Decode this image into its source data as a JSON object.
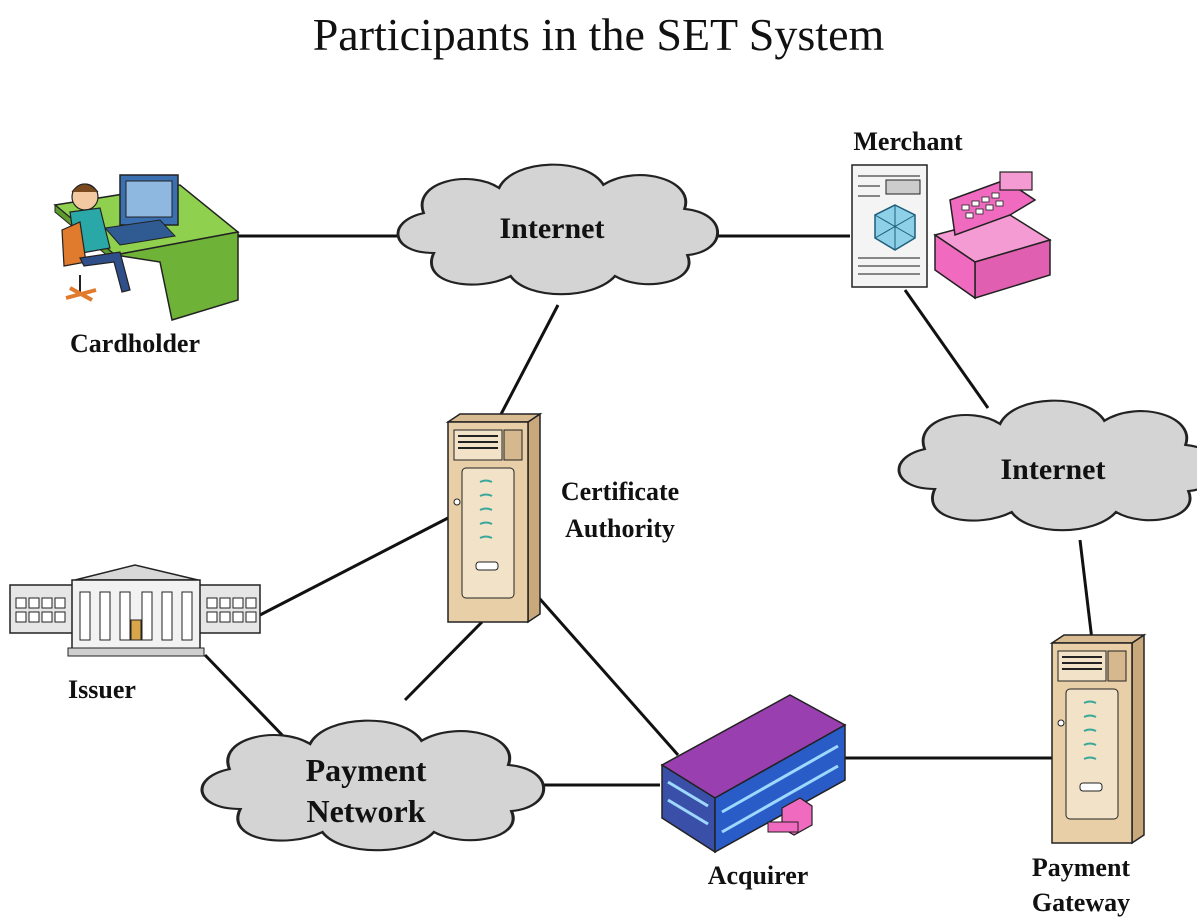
{
  "title": "Participants in the SET System",
  "nodes": {
    "cardholder": {
      "label": "Cardholder",
      "icon": "cardholder-workstation-icon"
    },
    "merchant": {
      "label": "Merchant",
      "icon": "merchant-cash-register-icon"
    },
    "internet_top": {
      "label": "Internet",
      "icon": "cloud-icon"
    },
    "internet_right": {
      "label": "Internet",
      "icon": "cloud-icon"
    },
    "certificate_authority": {
      "label_line1": "Certificate",
      "label_line2": "Authority",
      "icon": "server-tower-icon"
    },
    "issuer": {
      "label": "Issuer",
      "icon": "bank-building-icon"
    },
    "payment_network": {
      "label_line1": "Payment",
      "label_line2": "Network",
      "icon": "cloud-icon"
    },
    "acquirer": {
      "label": "Acquirer",
      "icon": "office-building-icon"
    },
    "payment_gateway": {
      "label_line1": "Payment",
      "label_line2": "Gateway",
      "icon": "server-tower-icon"
    }
  },
  "colors": {
    "cloud_fill": "#d4d4d4",
    "server_fill": "#e8cfa8",
    "desk_green": "#8fd14f",
    "register_pink": "#f06ac0",
    "acquirer_purple": "#9a3fb0",
    "acquirer_blue": "#2a5cc8",
    "issuer_gray": "#e6e6e6"
  }
}
